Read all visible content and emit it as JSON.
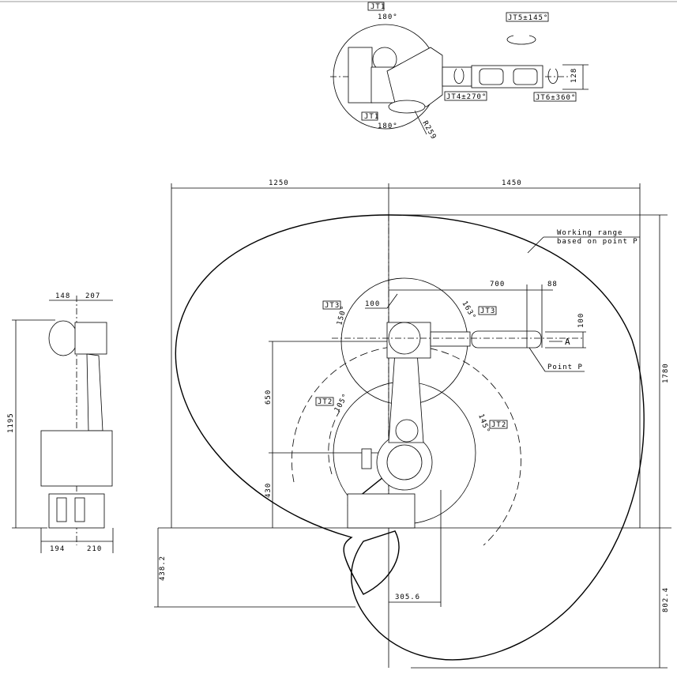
{
  "top_view": {
    "jt1_top_label": "JT1",
    "jt1_top_angle": "180°",
    "jt1_bottom_label": "JT1",
    "jt1_bottom_angle": "180°",
    "radius": "R259",
    "jt4": "JT4±270°",
    "jt5": "JT5±145°",
    "jt6": "JT6±360°",
    "width_dim": "128"
  },
  "side_view": {
    "dim_left": "1250",
    "dim_right": "1450",
    "working_range_line1": "Working range",
    "working_range_line2": "based on point P",
    "dim_700": "700",
    "dim_88": "88",
    "dim_100_offset": "100",
    "dim_100_height": "100",
    "jt3_left": "JT3",
    "jt3_right": "JT3",
    "angle_150": "150°",
    "angle_163": "163°",
    "arrow_a": "A",
    "point_p": "Point P",
    "dim_1780": "1780",
    "dim_650": "650",
    "dim_430": "430",
    "jt2_left": "JT2",
    "jt2_right": "JT2",
    "angle_105": "105°",
    "angle_145": "145°",
    "dim_438": "438.2",
    "dim_802": "802.4",
    "dim_305": "305.6"
  },
  "front_view": {
    "dim_148": "148",
    "dim_207": "207",
    "dim_1195": "1195",
    "dim_194": "194",
    "dim_210": "210"
  }
}
